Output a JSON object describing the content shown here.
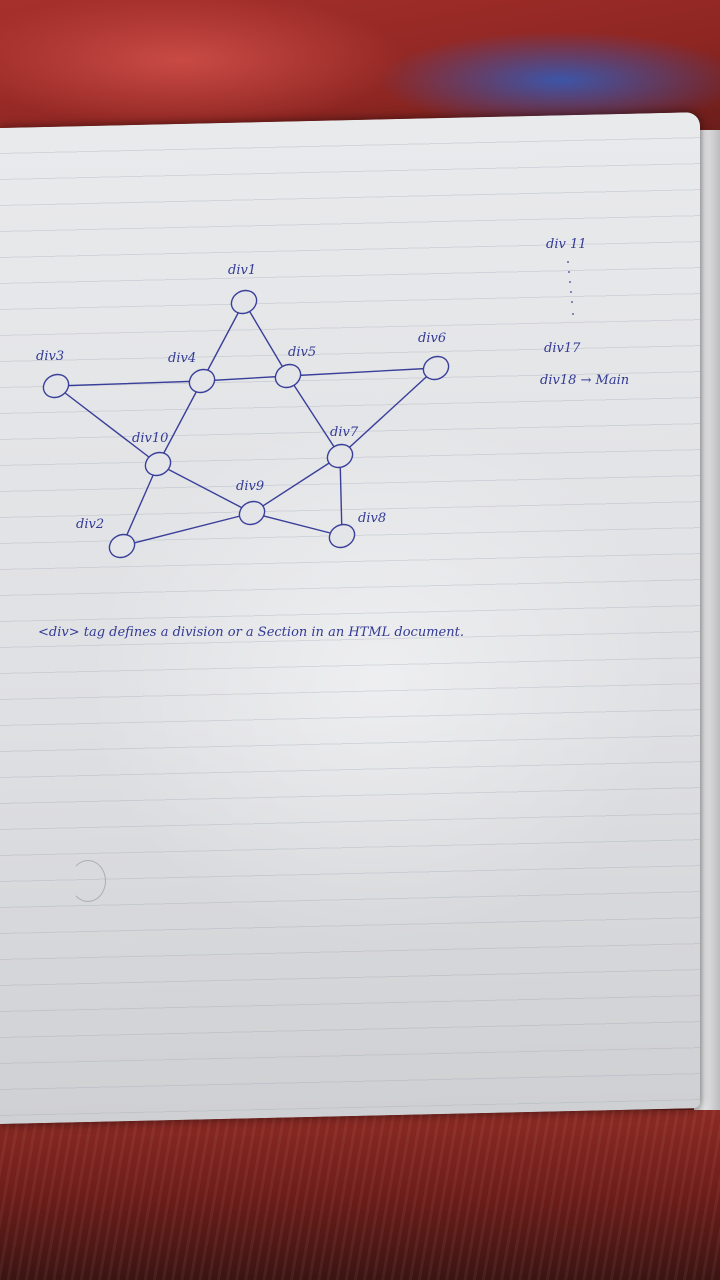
{
  "diagram": {
    "nodes": [
      {
        "id": "div1",
        "label": "div1"
      },
      {
        "id": "div2",
        "label": "div2"
      },
      {
        "id": "div3",
        "label": "div3"
      },
      {
        "id": "div4",
        "label": "div4"
      },
      {
        "id": "div5",
        "label": "div5"
      },
      {
        "id": "div6",
        "label": "div6"
      },
      {
        "id": "div7",
        "label": "div7"
      },
      {
        "id": "div8",
        "label": "div8"
      },
      {
        "id": "div9",
        "label": "div9"
      },
      {
        "id": "div10",
        "label": "div10"
      }
    ],
    "edges": [
      [
        "div3",
        "div4"
      ],
      [
        "div4",
        "div5"
      ],
      [
        "div5",
        "div6"
      ],
      [
        "div1",
        "div4"
      ],
      [
        "div1",
        "div5"
      ],
      [
        "div3",
        "div10"
      ],
      [
        "div4",
        "div10"
      ],
      [
        "div5",
        "div7"
      ],
      [
        "div6",
        "div7"
      ],
      [
        "div10",
        "div9"
      ],
      [
        "div10",
        "div2"
      ],
      [
        "div7",
        "div9"
      ],
      [
        "div7",
        "div8"
      ],
      [
        "div2",
        "div9"
      ],
      [
        "div9",
        "div8"
      ]
    ]
  },
  "side_notes": {
    "top": "div 11",
    "mid": "div17",
    "bottom": "div18 → Main"
  },
  "caption": "<div> tag defines a division or a Section in an HTML document."
}
